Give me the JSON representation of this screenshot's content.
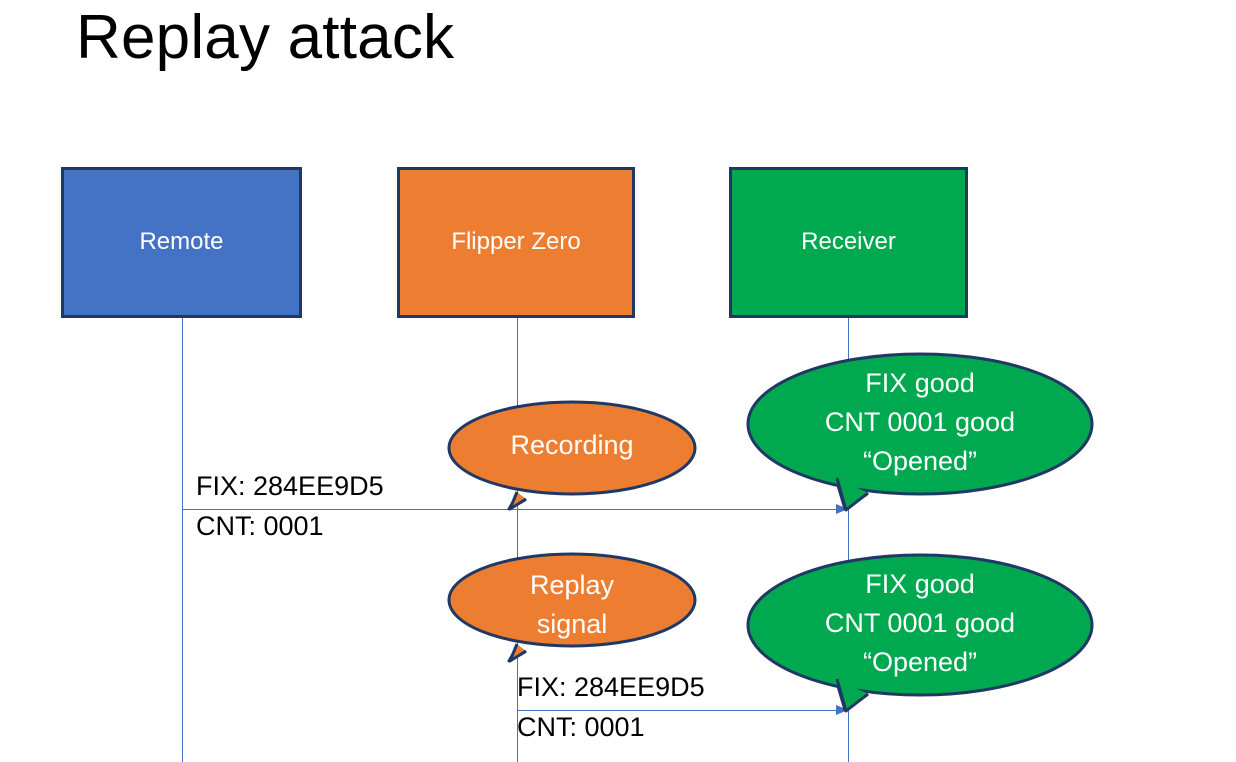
{
  "slide": {
    "title": "Replay attack",
    "background": "#FFFFFF"
  },
  "colors": {
    "remote_fill": "#4472C4",
    "flipper_fill": "#ED7D31",
    "receiver_fill": "#00A94F",
    "border": "#1F3864",
    "line": "#4472C4",
    "text_on_shape": "#FFFFFF",
    "text": "#000000"
  },
  "actors": [
    {
      "id": "remote",
      "label": "Remote",
      "fill": "#4472C4"
    },
    {
      "id": "flipper",
      "label": "Flipper Zero",
      "fill": "#ED7D31"
    },
    {
      "id": "receiver",
      "label": "Receiver",
      "fill": "#00A94F"
    }
  ],
  "messages": [
    {
      "id": "msg1",
      "from": "remote",
      "to": "receiver",
      "line_above": "FIX: 284EE9D5",
      "line_below": "CNT: 0001"
    },
    {
      "id": "msg2",
      "from": "flipper",
      "to": "receiver",
      "line_above": "FIX: 284EE9D5",
      "line_below": "CNT: 0001"
    }
  ],
  "callouts": [
    {
      "id": "recording",
      "owner": "flipper",
      "fill": "#ED7D31",
      "lines": [
        "Recording"
      ]
    },
    {
      "id": "result1",
      "owner": "receiver",
      "fill": "#00A94F",
      "lines": [
        "FIX good",
        "CNT 0001 good",
        "“Opened”"
      ]
    },
    {
      "id": "replay",
      "owner": "flipper",
      "fill": "#ED7D31",
      "lines": [
        "Replay",
        "signal"
      ]
    },
    {
      "id": "result2",
      "owner": "receiver",
      "fill": "#00A94F",
      "lines": [
        "FIX good",
        "CNT 0001 good",
        "“Opened”"
      ]
    }
  ]
}
